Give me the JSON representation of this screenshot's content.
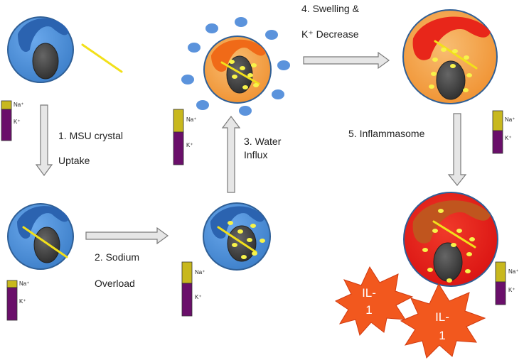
{
  "steps": {
    "step1_line1": "1. MSU crystal",
    "step1_line2": "Uptake",
    "step2_line1": "2. Sodium",
    "step2_line2": "Overload",
    "step3_line1": "3. Water",
    "step3_line2": "Influx",
    "step4_line1": "4. Swelling &",
    "step4_line2": "K⁺ Decrease",
    "step5": "5. Inflammasome"
  },
  "ion_bars": {
    "na_label": "Na⁺",
    "k_label": "K⁺"
  },
  "cytokine": {
    "label_line1": "IL-",
    "label_line2": "1"
  },
  "colors": {
    "cell_normal": "#4a8fd8",
    "cell_swollen": "#f6a24a",
    "cell_inflamed": "#e61e1e",
    "nucleus": "#3a3a3a",
    "crystal": "#f2e01a",
    "sodium": "#f7f34a",
    "water": "#5b93dc",
    "na_bar": "#c8b81e",
    "k_bar": "#6a0f6a",
    "il1": "#f2581e"
  }
}
